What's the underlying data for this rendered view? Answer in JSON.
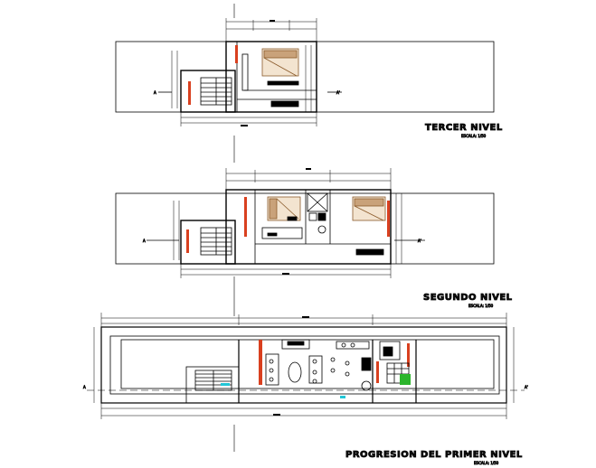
{
  "titles": {
    "third_level": "TERCER NIVEL",
    "third_level_scale": "ESCALA: 1/50",
    "second_level": "SEGUNDO NIVEL",
    "second_level_scale": "ESCALA: 1/50",
    "first_level": "PROGRESION DEL PRIMER NIVEL",
    "first_level_scale": "ESCALA: 1/50"
  },
  "colors": {
    "line": "#000000",
    "wall_accent": "#d9401f",
    "plant_green": "#2bb52b",
    "marker_cyan": "#22c6d6",
    "wood": "#c9a27a"
  }
}
